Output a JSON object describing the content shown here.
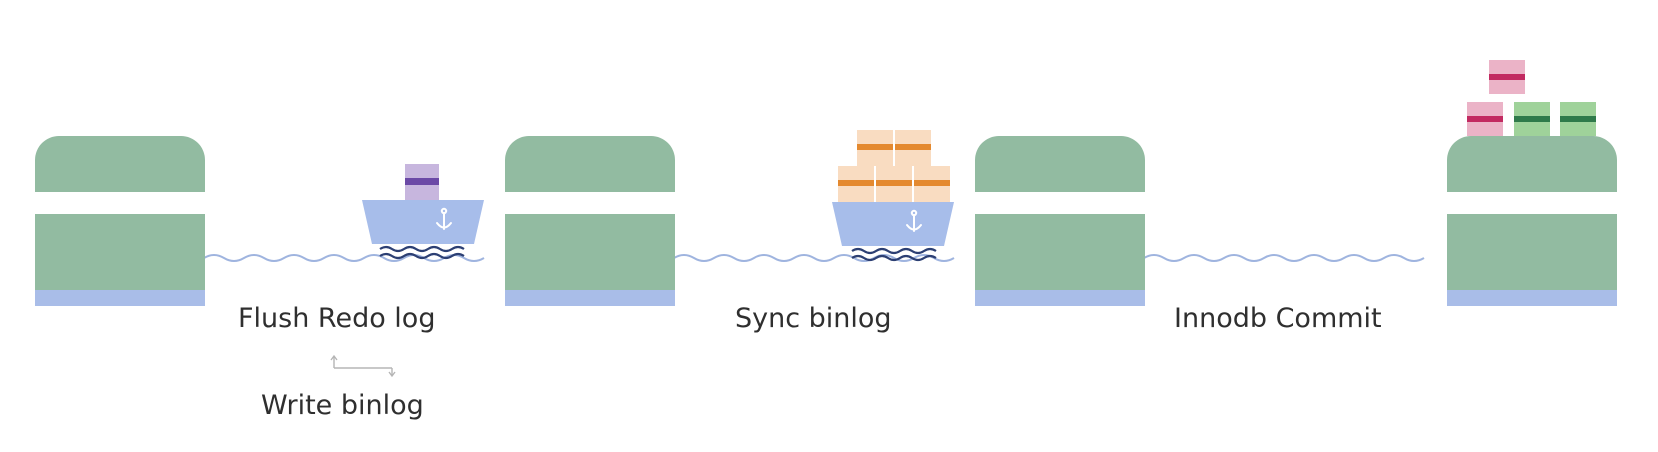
{
  "colors": {
    "dock_green": "#92bba1",
    "dock_blue": "#a9bde8",
    "water": "#9fb4df",
    "ship_hull": "#a7bdea",
    "ship_waves": "#2c3f73",
    "cargo_purple_light": "#c7b6de",
    "cargo_purple_band": "#6b49a6",
    "cargo_orange_light": "#f9dcc1",
    "cargo_orange_band": "#e4892f",
    "cargo_pink_light": "#ebb3c7",
    "cargo_pink_band": "#c22a61",
    "cargo_green_light": "#9fd29a",
    "cargo_green_band": "#2f7a4a",
    "arrow": "#b5b5b5",
    "text": "#2f2f2f"
  },
  "stages": [
    {
      "label": "Flush Redo log"
    },
    {
      "label": "Sync binlog"
    },
    {
      "label": "Innodb Commit"
    }
  ],
  "sub_step": {
    "label": "Write binlog"
  },
  "icons": {
    "anchor": "anchor-icon",
    "waves": "wave-icon",
    "arrow": "swap-arrow-icon"
  }
}
